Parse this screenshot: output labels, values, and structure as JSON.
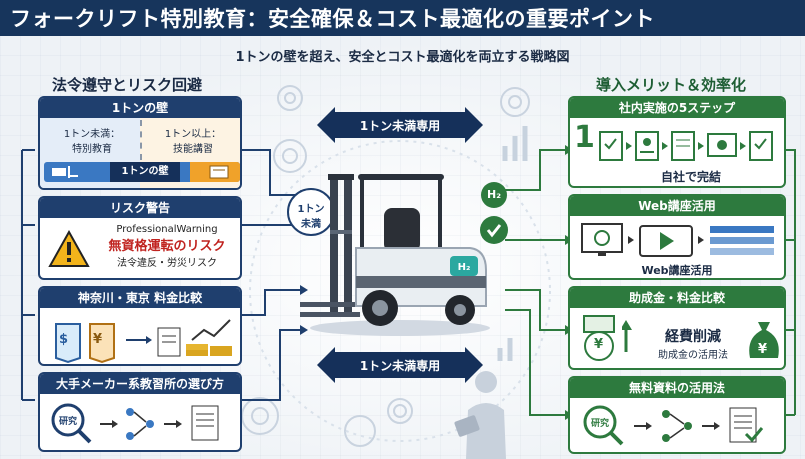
{
  "title": "フォークリフト特別教育：安全確保＆コスト最適化の重要ポイント",
  "subtitle": "1トンの壁を超え、安全とコスト最適化を両立する戦略図",
  "left_heading": "法令遵守とリスク回避",
  "right_heading": "導入メリット＆効率化",
  "center": {
    "top_band": "1トン未満専用",
    "bottom_band": "1トン未満専用",
    "bubble_line1": "1トン",
    "bubble_line2": "未満",
    "h2_label": "H₂",
    "forklift_badge": "H₂"
  },
  "left_cards": {
    "wall": {
      "title": "1トンの壁",
      "left_line1": "1トン未満：",
      "left_line2": "特別教育",
      "right_line1": "1トン以上：",
      "right_line2": "技能講習",
      "wall_label": "1トンの壁"
    },
    "risk": {
      "title": "リスク警告",
      "line1": "ProfessionalWarning",
      "line2": "無資格運転のリスク",
      "line3": "法令違反・労災リスク"
    },
    "price": {
      "title": "神奈川・東京 料金比較",
      "tag1": "$",
      "tag2": "¥"
    },
    "school": {
      "title": "大手メーカー系教習所の選び方",
      "research": "研究"
    }
  },
  "right_cards": {
    "steps": {
      "title": "社内実施の5ステップ",
      "step_number": "1",
      "caption": "自社で完結"
    },
    "web": {
      "title": "Web講座活用",
      "caption": "Web講座活用"
    },
    "subsidy": {
      "title": "助成金・料金比較",
      "line1": "経費削減",
      "line2": "助成金の活用法",
      "yen": "¥"
    },
    "free": {
      "title": "無料資料の活用法",
      "research": "研究"
    }
  },
  "colors": {
    "navy": "#17355c",
    "green": "#2d7a3e",
    "red": "#c0231f",
    "orange": "#f0a22a",
    "blue": "#3a78c2"
  }
}
